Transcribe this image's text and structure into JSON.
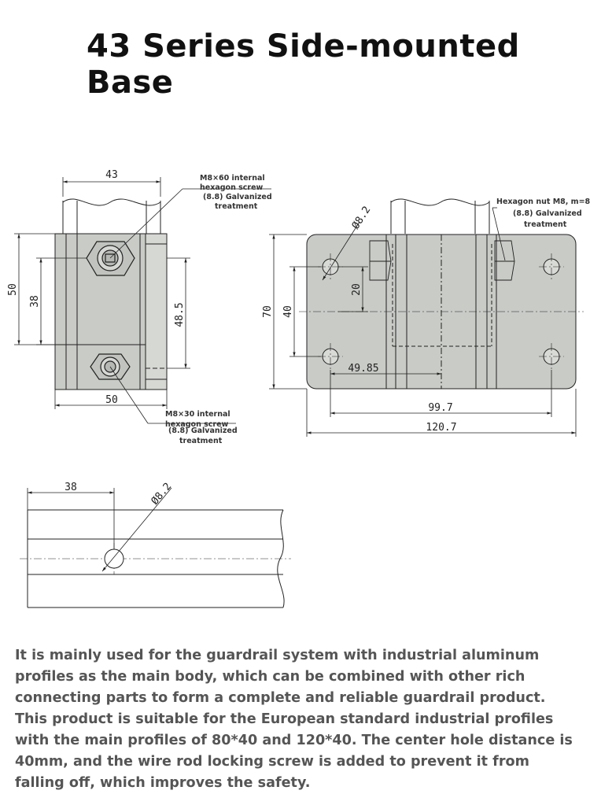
{
  "title": "43 Series Side-mounted Base",
  "front_view": {
    "dims": {
      "width_top": "43",
      "height_outer": "50",
      "height_inner": "38",
      "height_right": "48.5",
      "width_bottom": "50"
    },
    "note_top": {
      "line1": "M8×60 internal",
      "line2": "hexagon screw",
      "line3": "(8.8) Galvanized",
      "line4": "treatment"
    },
    "note_bottom": {
      "line1": "M8×30 internal",
      "line2": "hexagon screw",
      "line3": "(8.8) Galvanized",
      "line4": "treatment"
    }
  },
  "side_view": {
    "dims": {
      "hole_dia": "Ø8.2",
      "hole_spacing": "20",
      "height_total": "70",
      "height_holes": "40",
      "center_offset": "49.85",
      "hole_span": "99.7",
      "length_total": "120.7"
    },
    "note": {
      "line1": "Hexagon nut M8, m=8",
      "line2": "(8.8) Galvanized",
      "line3": "treatment"
    }
  },
  "profile_view": {
    "dims": {
      "offset": "38",
      "hole_dia": "Ø8.2"
    }
  },
  "description": "It is mainly used for the guardrail system with industrial aluminum profiles as the main body, which can be combined with other rich connecting parts to form a complete and reliable guardrail product. This product is suitable for the European standard industrial profiles with the main profiles of 80*40 and 120*40. The center hole distance is 40mm, and the wire rod locking screw is added to prevent it from falling off, which improves the safety."
}
